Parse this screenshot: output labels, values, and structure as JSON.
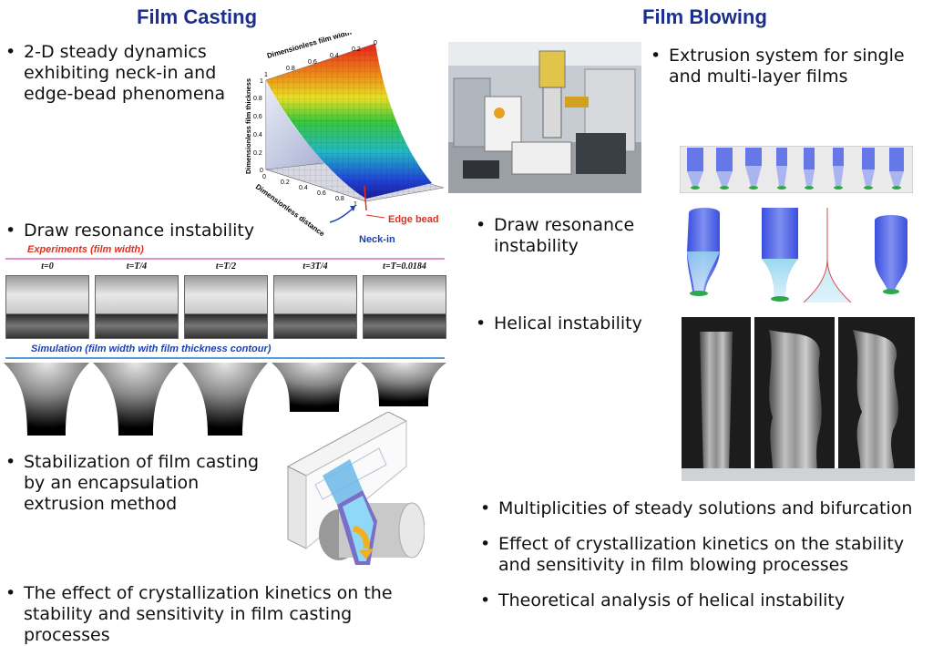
{
  "left": {
    "title": "Film Casting",
    "bullets": [
      "2-D steady dynamics exhibiting neck-in and edge-bead phenomena",
      "Draw resonance instability",
      "Stabilization of film casting by an encapsulation extrusion method",
      "The effect of crystallization kinetics on the stability and sensitivity in film casting processes"
    ],
    "surface_plot": {
      "x_axis_label": "Dimensionless film width",
      "y_axis_label": "Dimensionless film thickness",
      "z_axis_label": "Dimensionless distance",
      "x_ticks": [
        "1",
        "0.8",
        "0.6",
        "0.4",
        "0.2",
        "0"
      ],
      "y_ticks": [
        "1",
        "0.8",
        "0.6",
        "0.4",
        "0.2",
        "0"
      ],
      "z_ticks": [
        "0",
        "0.2",
        "0.4",
        "0.6",
        "0.8",
        "1"
      ],
      "annotation_edge": "Edge bead",
      "annotation_neck": "Neck-in"
    },
    "experiments_label": "Experiments (film width)",
    "simulation_label": "Simulation (film width with film thickness contour)",
    "time_labels": [
      "t=0",
      "t=T/4",
      "t=T/2",
      "t=3T/4",
      "t=T=0.0184"
    ],
    "colors": {
      "experiments_line": "#e58fc8",
      "simulation_line": "#5b9bd5",
      "title": "#1c2f8c"
    }
  },
  "right": {
    "title": "Film Blowing",
    "bullets": [
      "Extrusion system for single and multi-layer films",
      "Draw resonance instability",
      "Helical instability",
      "Multiplicities of steady solutions and bifurcation",
      "Effect of crystallization kinetics on the stability and sensitivity in film blowing processes",
      "Theoretical analysis of helical instability"
    ]
  }
}
